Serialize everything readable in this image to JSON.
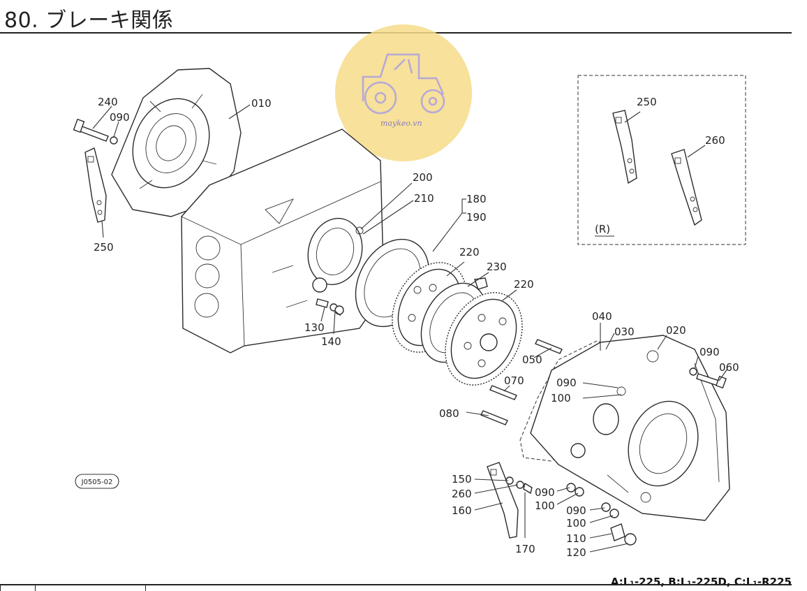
{
  "page": {
    "title": "80. ブレーキ関係"
  },
  "watermark": {
    "text": "maykeo.vn",
    "icon": "tractor-icon",
    "color": "#f6dc8a"
  },
  "figure_code": "J0505-02",
  "inset": {
    "label": "(R)"
  },
  "callouts": {
    "c010": "010",
    "c020": "020",
    "c030": "030",
    "c040": "040",
    "c050": "050",
    "c060": "060",
    "c070": "070",
    "c080": "080",
    "c090a": "090",
    "c090b": "090",
    "c090c": "090",
    "c090d": "090",
    "c090e": "090",
    "c100a": "100",
    "c100b": "100",
    "c100c": "100",
    "c110": "110",
    "c120": "120",
    "c130": "130",
    "c140": "140",
    "c150": "150",
    "c160": "160",
    "c170": "170",
    "c180": "180",
    "c190": "190",
    "c200": "200",
    "c210": "210",
    "c220a": "220",
    "c220b": "220",
    "c230": "230",
    "c240": "240",
    "c250a": "250",
    "c250b": "250",
    "c260a": "260",
    "c260b": "260"
  },
  "footer": {
    "models": "A:L₁-225,  B:L₁-225D,  C:L₁-R225"
  }
}
